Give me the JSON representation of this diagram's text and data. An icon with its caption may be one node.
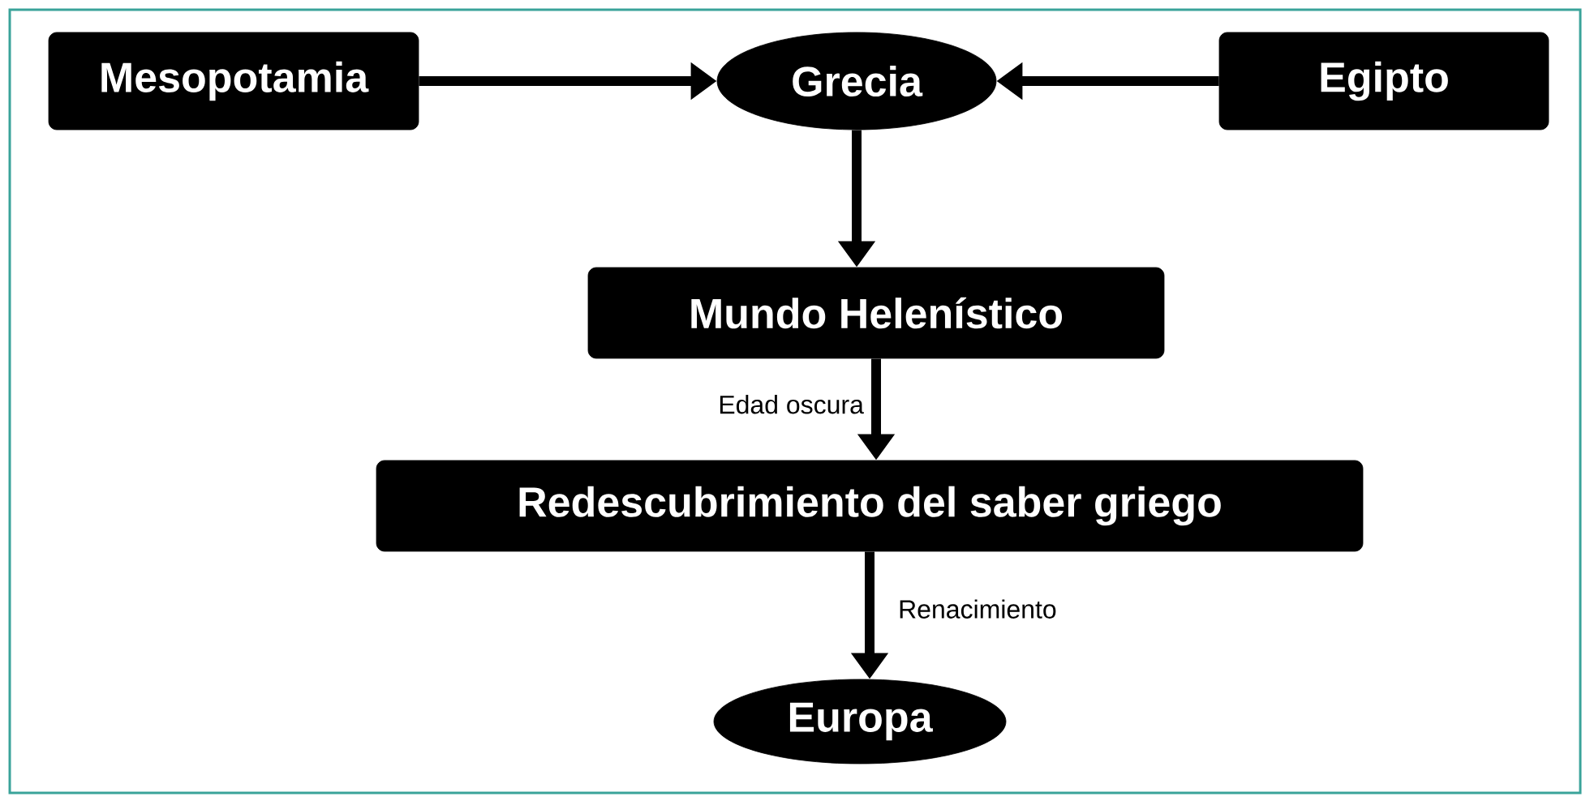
{
  "diagram": {
    "nodes": [
      {
        "text": [
          "Mesopotamia"
        ]
      },
      {
        "text": [
          "Grecia"
        ]
      },
      {
        "text": [
          "Egipto"
        ]
      },
      {
        "text": [
          "Mundo Helenístico"
        ]
      },
      {
        "text": [
          "Redescubrimiento del saber griego"
        ]
      },
      {
        "text": [
          "Europa"
        ]
      }
    ],
    "edges": [
      {
        "from": 0,
        "to": 1,
        "arrow": "to"
      },
      {
        "from": 2,
        "to": 1,
        "arrow": "to"
      },
      {
        "from": 1,
        "to": 3,
        "arrow": "to"
      },
      {
        "from": 3,
        "to": 4,
        "arrow": "to",
        "label": "Edad oscura"
      },
      {
        "from": 4,
        "to": 5,
        "arrow": "to",
        "label": "Renacimiento"
      }
    ]
  }
}
